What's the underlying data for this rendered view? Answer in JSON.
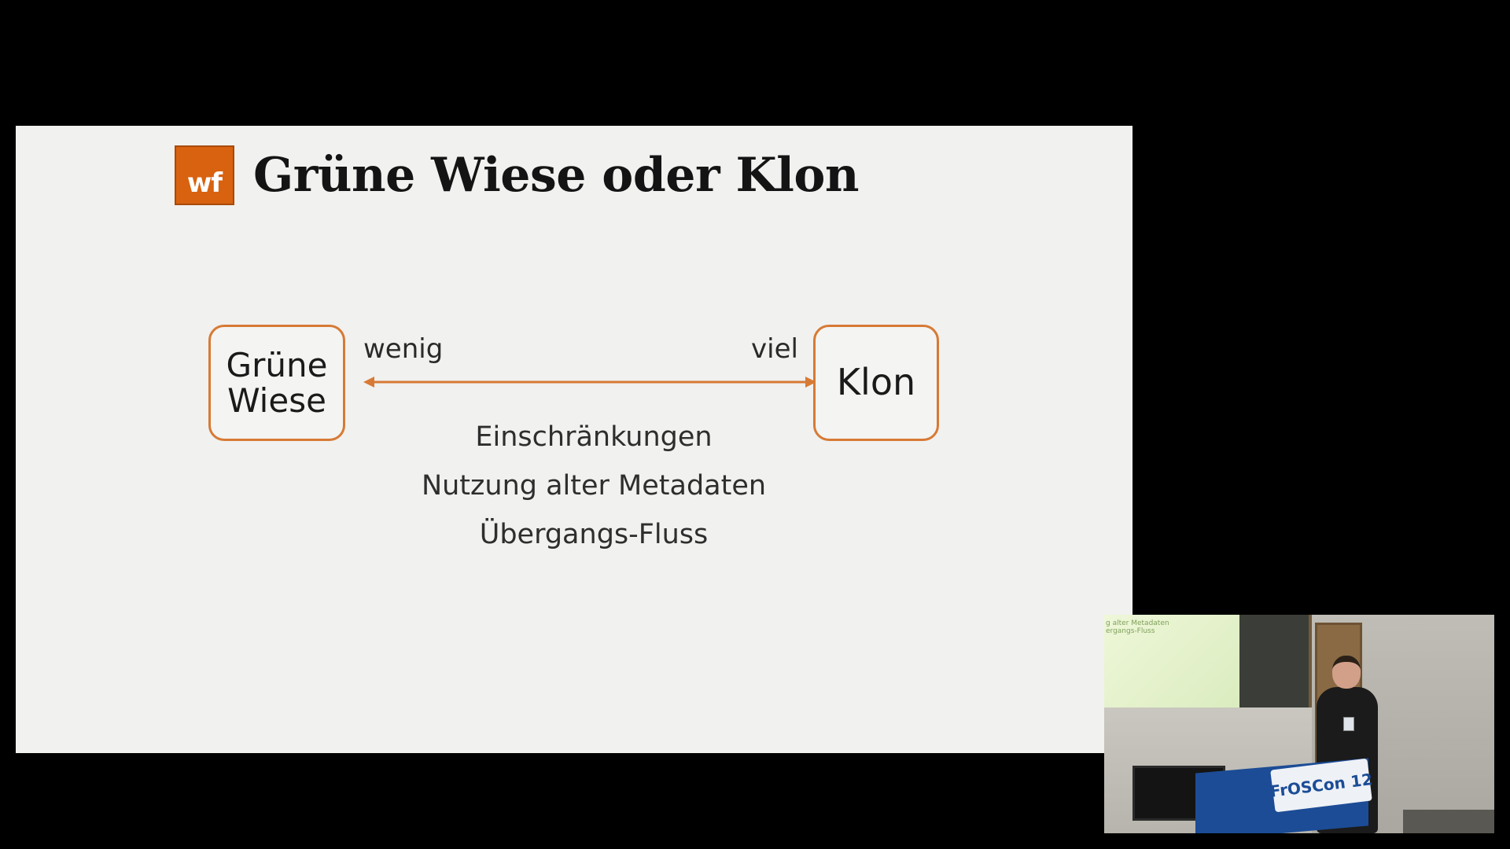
{
  "slide": {
    "logo_text": "wf",
    "title": "Grüne Wiese oder Klon",
    "left_node": {
      "line1": "Grüne",
      "line2": "Wiese"
    },
    "right_node": {
      "label": "Klon"
    },
    "arrow": {
      "left_label": "wenig",
      "right_label": "viel",
      "color": "#d77a35"
    },
    "factors": [
      "Einschränkungen",
      "Nutzung alter Metadaten",
      "Übergangs-Fluss"
    ]
  },
  "speaker_inset": {
    "projection_lines": [
      "g alter Metadaten",
      "ergangs-Fluss"
    ],
    "podium_sign": "FrOSCon 12"
  },
  "colors": {
    "accent": "#d77a35",
    "logo_bg": "#d8620f",
    "slide_bg": "#f1f1ef",
    "background": "#000000",
    "podium": "#1c4c96"
  }
}
